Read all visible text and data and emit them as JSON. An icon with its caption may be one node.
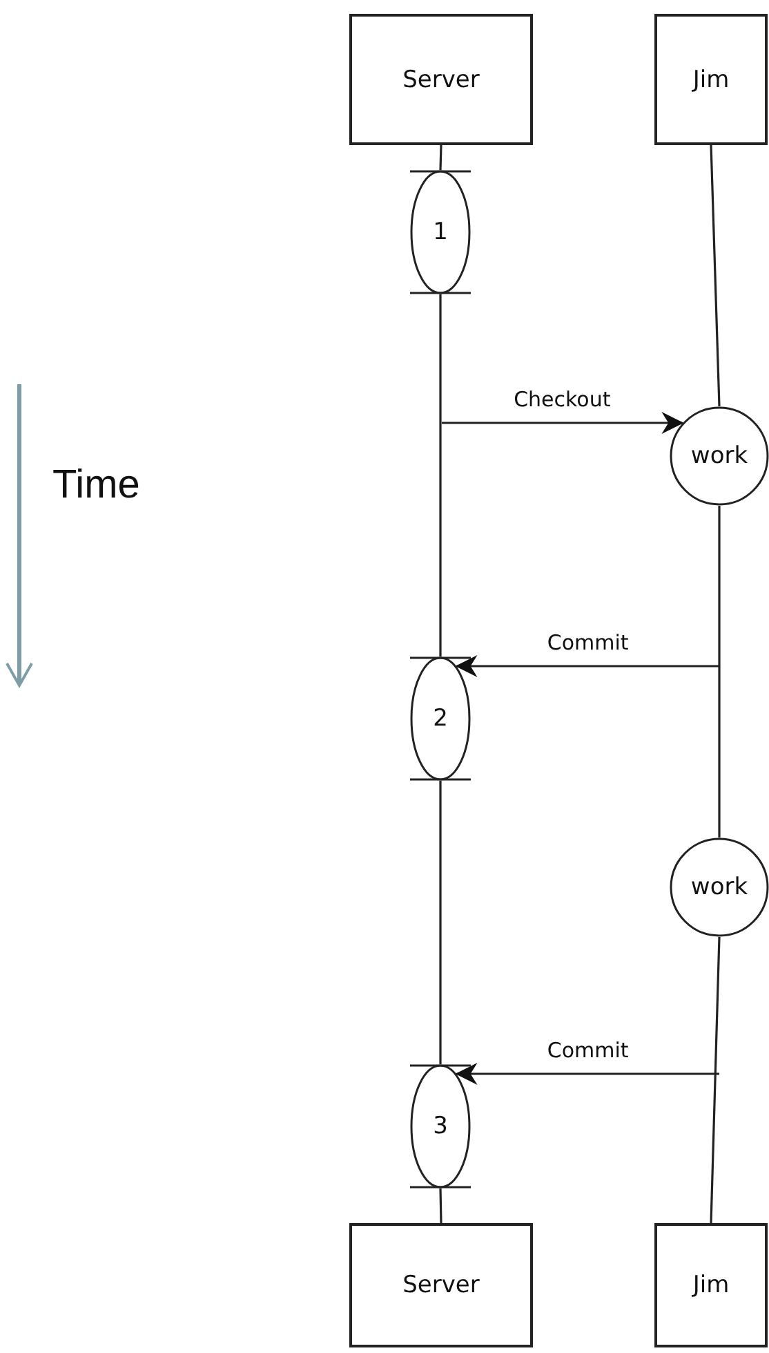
{
  "diagram": {
    "nodes": [
      {
        "text": [
          "Server"
        ]
      },
      {
        "text": [
          "Jim"
        ]
      },
      {
        "text": [
          "1"
        ]
      },
      {
        "text": [
          "work"
        ]
      },
      {
        "text": [
          "2"
        ]
      },
      {
        "text": [
          "work"
        ]
      },
      {
        "text": [
          "3"
        ]
      },
      {
        "text": [
          "Server"
        ]
      },
      {
        "text": [
          "Jim"
        ]
      }
    ],
    "edges": [
      {
        "from": 0,
        "to": 2,
        "arrow": "none"
      },
      {
        "from": 2,
        "to": 4,
        "arrow": "none"
      },
      {
        "from": 4,
        "to": 6,
        "arrow": "none"
      },
      {
        "from": 6,
        "to": 7,
        "arrow": "none"
      },
      {
        "from": 1,
        "to": 3,
        "arrow": "none"
      },
      {
        "from": 3,
        "to": 5,
        "arrow": "none"
      },
      {
        "from": 5,
        "to": 8,
        "arrow": "none"
      },
      {
        "from": null,
        "to": 3,
        "arrow": "to",
        "label": "Checkout"
      },
      {
        "from": null,
        "to": 4,
        "arrow": "to",
        "label": "Commit"
      },
      {
        "from": null,
        "to": 6,
        "arrow": "to",
        "label": "Commit"
      }
    ],
    "labels": [
      "Time"
    ]
  }
}
